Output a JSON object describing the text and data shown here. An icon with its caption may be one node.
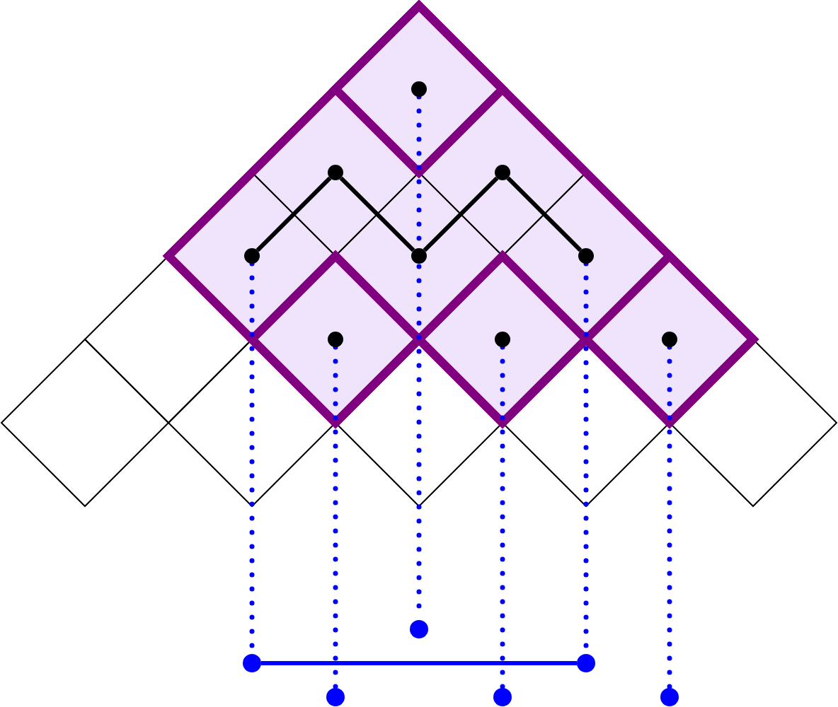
{
  "diagram": {
    "nodes": [
      {
        "text": [],
        "shape": "circle"
      },
      {
        "text": [],
        "shape": "circle"
      },
      {
        "text": [],
        "shape": "circle"
      },
      {
        "text": [],
        "shape": "circle"
      },
      {
        "text": [],
        "shape": "circle"
      },
      {
        "text": [],
        "shape": "circle"
      },
      {
        "text": [],
        "shape": "circle"
      },
      {
        "text": [],
        "shape": "circle"
      },
      {
        "text": [],
        "shape": "circle"
      },
      {
        "text": [],
        "shape": "circle"
      },
      {
        "text": [],
        "shape": "circle"
      },
      {
        "text": [],
        "shape": "circle"
      },
      {
        "text": [],
        "shape": "circle"
      },
      {
        "text": [],
        "shape": "circle"
      },
      {
        "text": [],
        "shape": "circle"
      }
    ],
    "edges": [
      {
        "from": 3,
        "to": 1,
        "arrow": "none",
        "color": "#000000"
      },
      {
        "from": 1,
        "to": 4,
        "arrow": "none",
        "color": "#000000"
      },
      {
        "from": 4,
        "to": 2,
        "arrow": "none",
        "color": "#000000"
      },
      {
        "from": 2,
        "to": 5,
        "arrow": "none",
        "color": "#000000"
      },
      {
        "from": 0,
        "to": 9,
        "arrow": "none",
        "style": "dashed"
      },
      {
        "from": 3,
        "to": 10,
        "arrow": "none",
        "style": "dashed"
      },
      {
        "from": 5,
        "to": 11,
        "arrow": "none",
        "style": "dashed"
      },
      {
        "from": 6,
        "to": 12,
        "arrow": "none",
        "style": "dashed"
      },
      {
        "from": 7,
        "to": 13,
        "arrow": "none",
        "style": "dashed"
      },
      {
        "from": 8,
        "to": 14,
        "arrow": "none",
        "style": "dashed"
      },
      {
        "from": 10,
        "to": 11,
        "arrow": "none"
      }
    ]
  }
}
